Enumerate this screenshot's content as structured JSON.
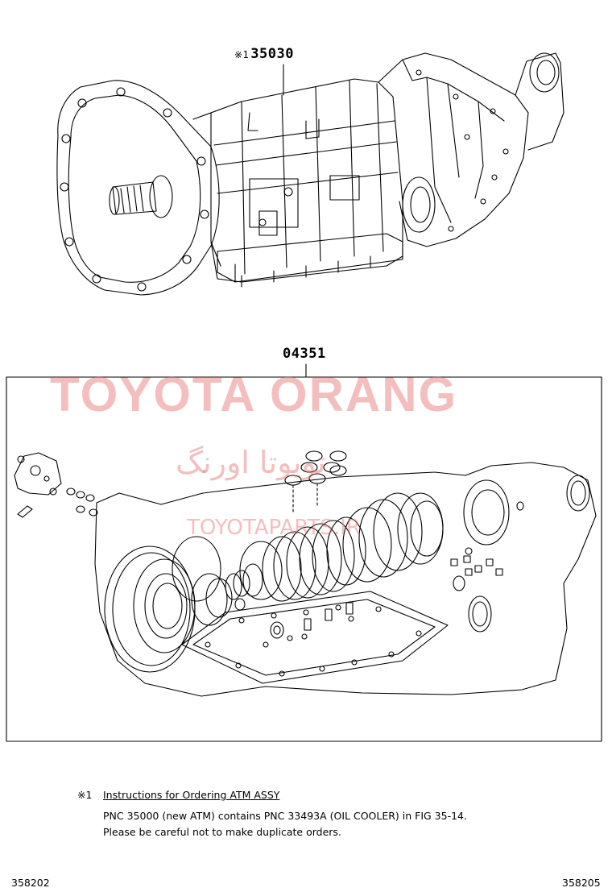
{
  "parts": {
    "transmission": {
      "mark": "※1",
      "number": "35030"
    },
    "kit": {
      "number": "04351"
    }
  },
  "watermark": {
    "main": "TOYOTA ORANG",
    "arabic": "تويوتا اورنگ",
    "sub": "TOYOTAPARTS.IR"
  },
  "note": {
    "mark": "※1",
    "title": "Instructions for Ordering ATM ASSY",
    "line1": "PNC 35000 (new ATM) contains PNC 33493A (OIL COOLER) in FIG 35-14.",
    "line2": "Please be careful not to make duplicate orders."
  },
  "codes": {
    "left": "358202",
    "right": "358205"
  },
  "colors": {
    "line": "#000000",
    "watermark": "#e86e6e"
  }
}
